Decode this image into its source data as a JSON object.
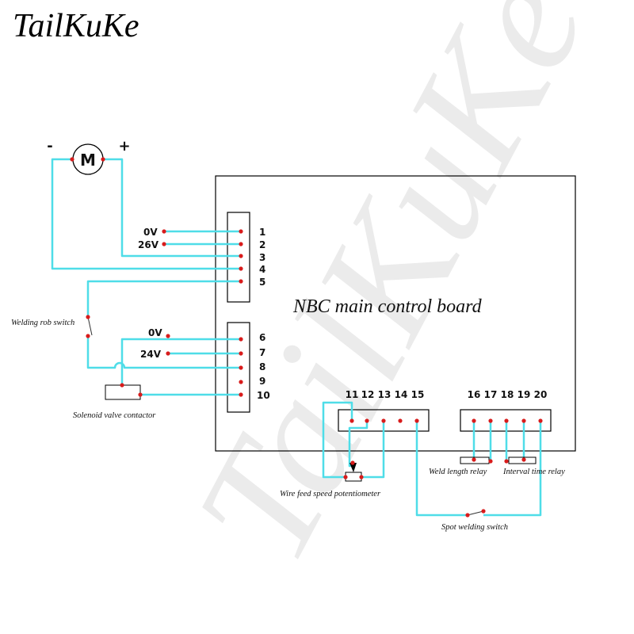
{
  "brand": {
    "text": "TailKuKe"
  },
  "watermark": {
    "text": "TailKuKe"
  },
  "board": {
    "title": "NBC main control board"
  },
  "motor": {
    "symbol": "M",
    "minus": "-",
    "plus": "+"
  },
  "connector_a": {
    "pins": [
      "1",
      "2",
      "3",
      "4",
      "5"
    ],
    "v_0": "0V",
    "v_26": "26V"
  },
  "connector_b": {
    "pins": [
      "6",
      "7",
      "8",
      "9",
      "10"
    ],
    "v_0": "0V",
    "v_24": "24V"
  },
  "connector_c": {
    "pins": [
      "11",
      "12",
      "13",
      "14",
      "15"
    ]
  },
  "connector_d": {
    "pins": [
      "16",
      "17",
      "18",
      "19",
      "20"
    ]
  },
  "components": {
    "welding_switch": "Welding rob switch",
    "solenoid": "Solenoid valve contactor",
    "potentiometer": "Wire feed speed potentiometer",
    "weld_length_relay": "Weld length relay",
    "interval_relay": "Interval time relay",
    "spot_switch": "Spot welding switch"
  },
  "colors": {
    "wire": "#4fdde8",
    "terminal": "#d81c1c",
    "outline": "#000000",
    "watermark": "#ebebeb"
  }
}
